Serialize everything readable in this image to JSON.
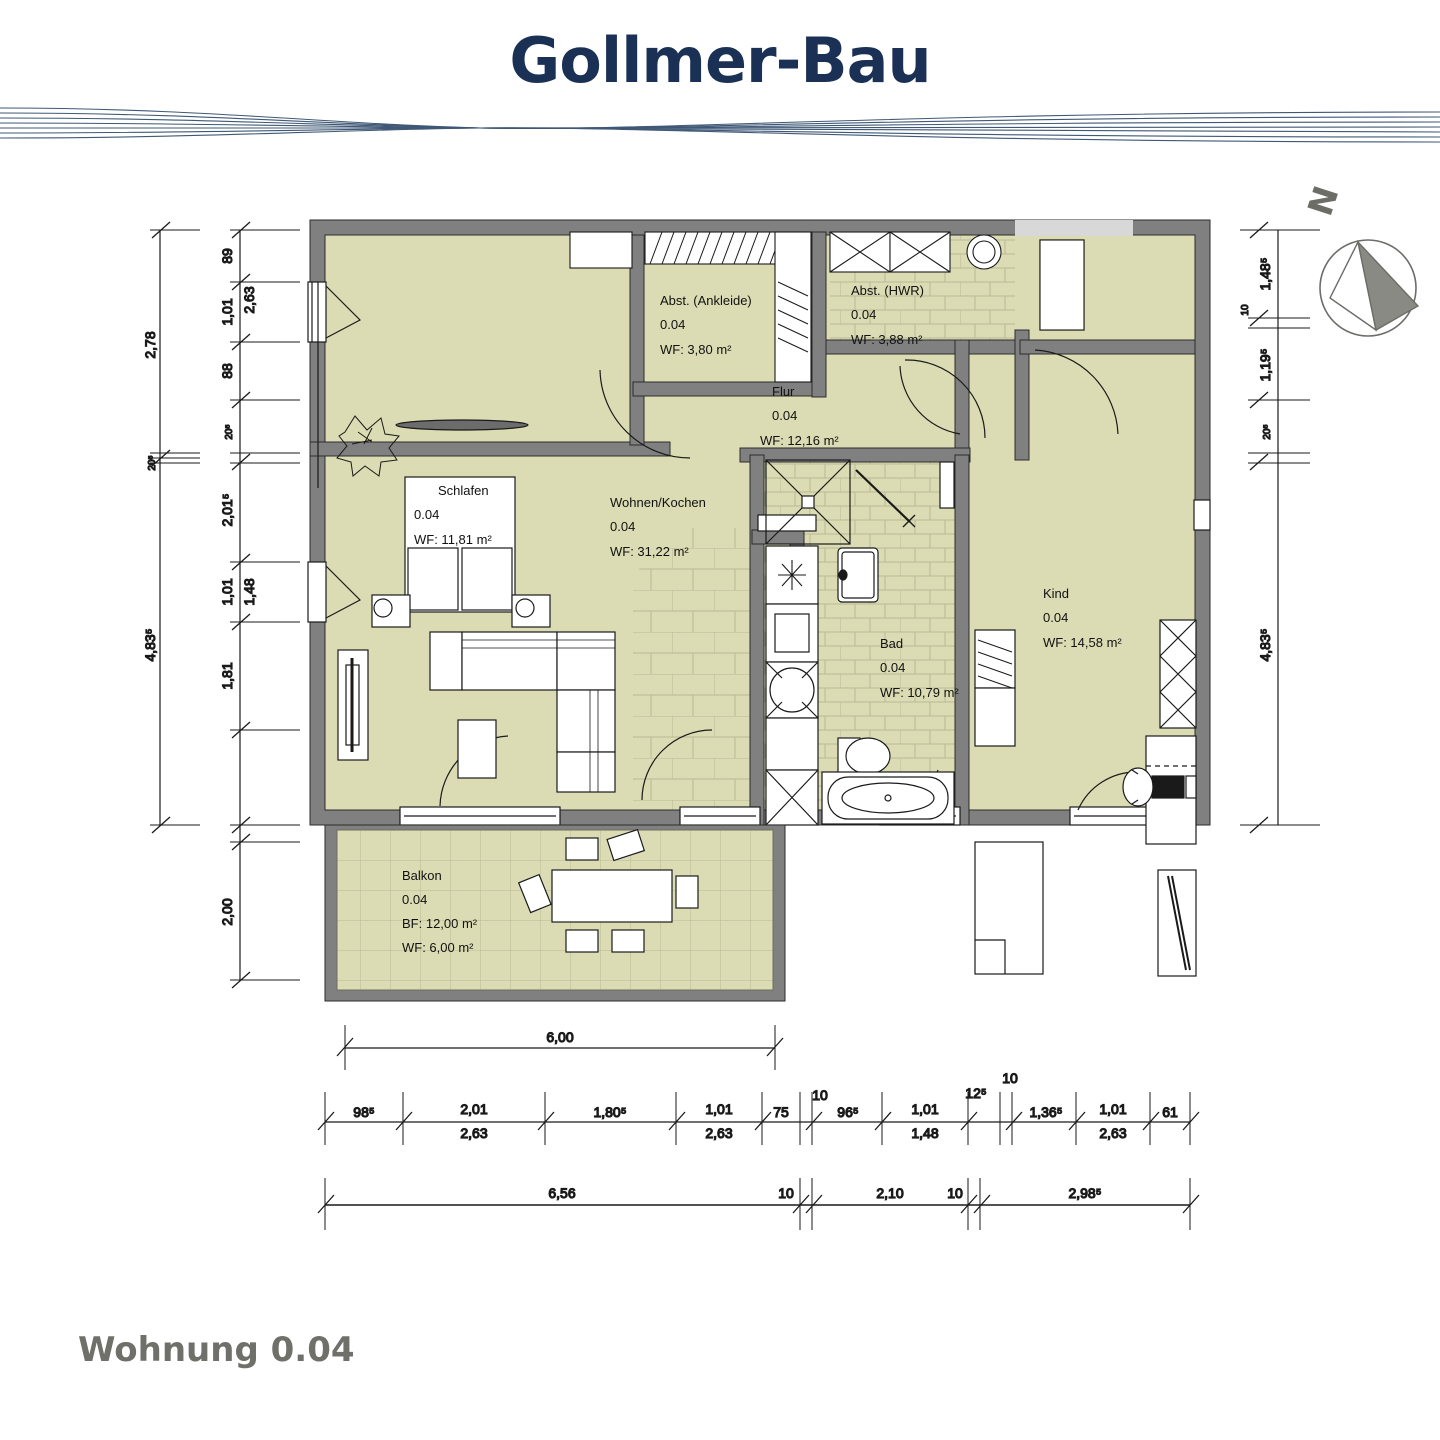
{
  "header": {
    "company_logo_text": "Gollmer-Bau",
    "logo_color": "#1b3055",
    "wave_color": "#35506f"
  },
  "footer": {
    "plan_title": "Wohnung 0.04",
    "color": "#70706a"
  },
  "compass": {
    "label": "N",
    "icon": "north-arrow-icon"
  },
  "colors": {
    "room_fill": "#dcdcb4",
    "tile_fill": "#dcdcb4",
    "wall_fill": "#808080",
    "furniture_fill": "#ffffff",
    "line": "#1a1a1a"
  },
  "rooms": [
    {
      "key": "schlafen",
      "name": "Schlafen",
      "unit": "0.04",
      "area_label": "WF: 11,81 m²",
      "area_prefix": "WF:",
      "area_value": "11,81 m²"
    },
    {
      "key": "ankleide",
      "name": "Abst. (Ankleide)",
      "unit": "0.04",
      "area_label": "WF:    3,80 m²",
      "area_prefix": "WF:",
      "area_value": "3,80 m²"
    },
    {
      "key": "hwr",
      "name": "Abst. (HWR)",
      "unit": "0.04",
      "area_label": "WF: 3,88 m²",
      "area_prefix": "WF:",
      "area_value": "3,88 m²"
    },
    {
      "key": "flur",
      "name": "Flur",
      "unit": "0.04",
      "area_label": "WF: 12,16 m²",
      "area_prefix": "WF:",
      "area_value": "12,16 m²"
    },
    {
      "key": "wohnen",
      "name": "Wohnen/Kochen",
      "unit": "0.04",
      "area_label": "WF:    31,22 m²",
      "area_prefix": "WF:",
      "area_value": "31,22 m²"
    },
    {
      "key": "bad",
      "name": "Bad",
      "unit": "0.04",
      "area_label": "WF: 10,79 m²",
      "area_prefix": "WF:",
      "area_value": "10,79 m²"
    },
    {
      "key": "kind",
      "name": "Kind",
      "unit": "0.04",
      "area_label": "WF: 14,58 m²",
      "area_prefix": "WF:",
      "area_value": "14,58 m²"
    },
    {
      "key": "balkon",
      "name": "Balkon",
      "unit": "0.04",
      "area_label": "WF:  6,00 m²",
      "area_prefix": "WF:",
      "area_value": "6,00 m²",
      "gross_label": "BF: 12,00 m²"
    }
  ],
  "dimensions": {
    "left_outer": [
      "2,78",
      "20⁵",
      "4,83⁵"
    ],
    "left_inner": [
      "89",
      "1,01",
      "2,63",
      "88",
      "20⁵",
      "2,01⁵",
      "1,01",
      "1,48",
      "1,81",
      "2,00"
    ],
    "right_chain": [
      "1,48⁵",
      "10",
      "1,19⁵",
      "20⁵",
      "4,83⁵"
    ],
    "balcony_width": "6,00",
    "bottom_chain": [
      "98⁵",
      "2,01",
      "2,63",
      "1,80⁵",
      "1,01",
      "2,63",
      "75",
      "10",
      "96⁵",
      "1,01",
      "1,48",
      "12⁵",
      "10",
      "1,36⁵",
      "1,01",
      "2,63",
      "61"
    ],
    "bottom_outer": [
      "6,56",
      "10",
      "2,10",
      "10",
      "2,98⁵"
    ]
  }
}
